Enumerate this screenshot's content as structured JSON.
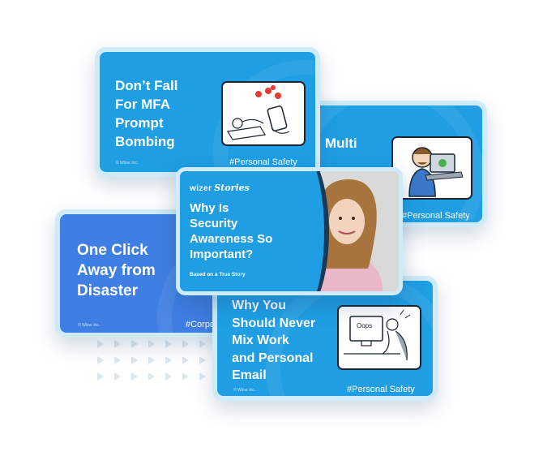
{
  "colors": {
    "card_blue": "#1f9ee4",
    "card_blue_dark": "#3f7fe3",
    "border": "#cfeaf8"
  },
  "cards": {
    "mfa": {
      "title": "Don’t Fall\nFor MFA\nPrompt\nBombing",
      "hashtag": "#Personal Safety",
      "copyright": "© Wizer Inc."
    },
    "multi": {
      "title_fragment": "Multi",
      "hashtag": "#Personal Safety"
    },
    "oneclick": {
      "title": "One Click\nAway from\nDisaster",
      "hashtag": "#Corpo",
      "copyright": "© Wizer Inc."
    },
    "email": {
      "title": "Why You\nShould Never\nMix Work\nand Personal\nEmail",
      "hashtag": "#Personal Safety",
      "copyright": "© Wizer Inc.",
      "illustration_text": "Oops"
    },
    "feature": {
      "brand": "wizer",
      "brand_series": "Stories",
      "title": "Why Is\nSecurity\nAwareness So\nImportant?",
      "subtitle": "Based on a True Story"
    }
  }
}
